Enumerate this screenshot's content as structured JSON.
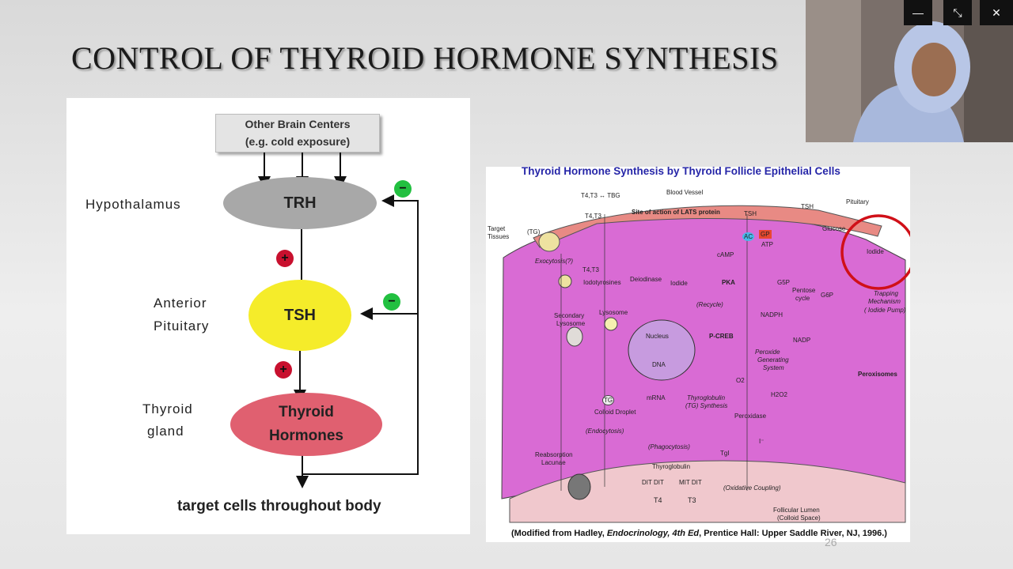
{
  "slide": {
    "title": "CONTROL OF THYROID HORMONE SYNTHESIS",
    "page_number": "26"
  },
  "flowchart": {
    "brain_box_line1": "Other Brain Centers",
    "brain_box_line2": "(e.g. cold exposure)",
    "hypothalamus_label": "Hypothalamus",
    "trh": "TRH",
    "anterior_label_1": "Anterior",
    "anterior_label_2": "Pituitary",
    "tsh": "TSH",
    "thyroid_label_1": "Thyroid",
    "thyroid_label_2": "gland",
    "hormones_1": "Thyroid",
    "hormones_2": "Hormones",
    "target": "target cells throughout body",
    "plus_sign": "+",
    "minus_sign": "−"
  },
  "diagram": {
    "title": "Thyroid Hormone Synthesis by Thyroid Follicle Epithelial Cells",
    "caption_pre": "(Modified from Hadley, ",
    "caption_italic": "Endocrinology, 4th Ed",
    "caption_post": ", Prentice Hall: Upper Saddle River, NJ, 1996.)",
    "labels": {
      "t4t3_tbg": "T4,T3 ↔ TBG",
      "blood_vessel": "Blood Vessel",
      "pituitary": "Pituitary",
      "t4t3": "T4,T3",
      "lats": "Site of action of LATS protein",
      "tsh": "TSH",
      "target_tissues_1": "Target",
      "target_tissues_2": "Tissues",
      "tg": "(TG)",
      "ac": "AC",
      "gp": "GP",
      "atp": "ATP",
      "glucose": "Glucose",
      "iodide_right": "Iodide",
      "exocytosis": "Exocytosis(?)",
      "t4t3_b": "T4,T3",
      "camp": "cAMP",
      "iodotyrosines": "Iodotyrosines",
      "deiodinase": "Deiodinase",
      "iodide_mid": "Iodide",
      "pka": "PKA",
      "g5p": "G5P",
      "pentose_1": "Pentose",
      "pentose_2": "cycle",
      "g6p": "G6P",
      "recycle": "(Recycle)",
      "trapping_1": "Trapping",
      "trapping_2": "Mechanism",
      "trapping_3": "( Iodide Pump)",
      "secondary_1": "Secondary",
      "secondary_2": "Lysosome",
      "lysosome": "Lysosome",
      "nadph": "NADPH",
      "nucleus": "Nucleus",
      "pcreb": "P-CREB",
      "nadp": "NADP",
      "dna": "DNA",
      "peroxide_1": "Peroxide",
      "peroxide_2": "Generating",
      "peroxide_3": "System",
      "peroxisomes": "Peroxisomes",
      "o2": "O2",
      "h2o2": "H2O2",
      "mrna": "mRNA",
      "tg_synth_1": "Thyroglobulin",
      "tg_synth_2": "(TG) Synthesis",
      "tg_circle": "TG",
      "colloid_droplet": "Colloid Droplet",
      "peroxidase": "Peroxidase",
      "endocytosis": "(Endocytosis)",
      "phagocytosis": "(Phagocytosis)",
      "tgi": "TgI",
      "i_minus": "I⁻",
      "reabsorption_1": "Reabsorption",
      "reabsorption_2": "Lacunae",
      "thyroglobulin": "Thyroglobulin",
      "dit_dit": "DIT DIT",
      "mit_dit": "MIT DIT",
      "oxidative": "(Oxidative Coupling)",
      "t4": "T4",
      "t3": "T3",
      "lumen_1": "Follicular Lumen",
      "lumen_2": "(Colloid Space)"
    }
  },
  "window": {
    "minimize": "—",
    "restore": "⤡",
    "close": "✕"
  }
}
